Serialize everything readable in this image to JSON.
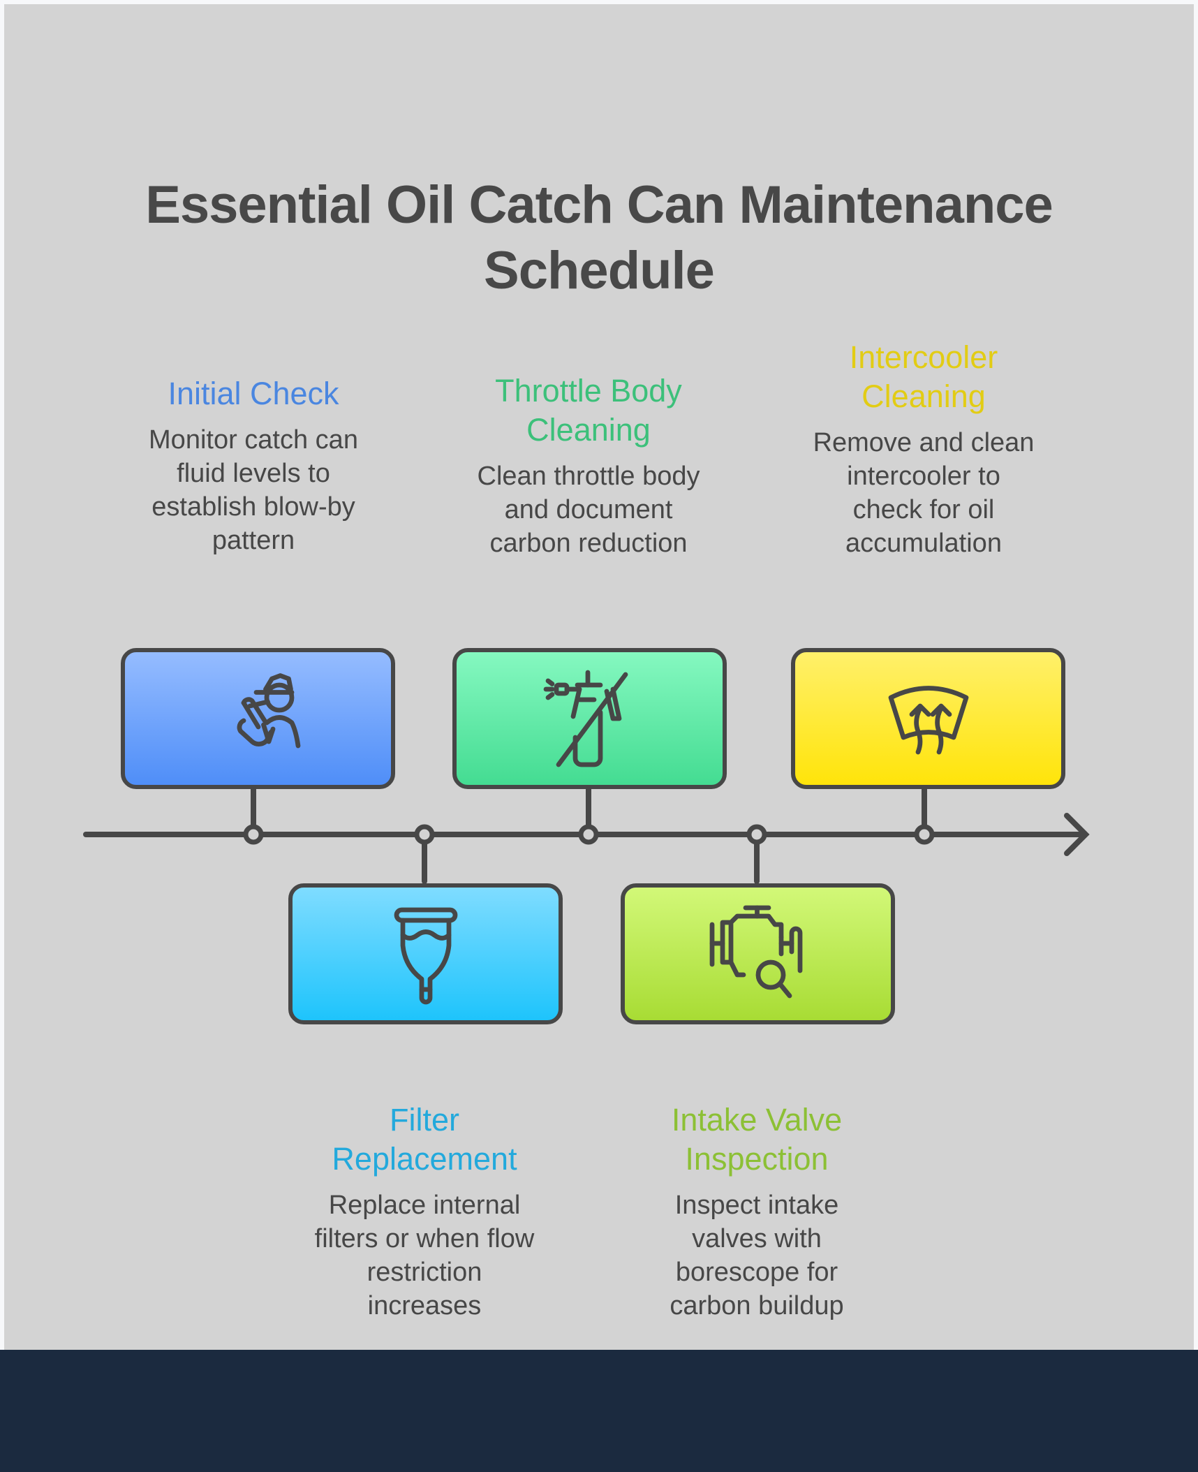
{
  "title": {
    "line1": "Essential Oil Catch Can Maintenance",
    "line2": "Schedule"
  },
  "colors": {
    "panel_bg": "#d3d3d3",
    "footer_bg": "#1b2a3f",
    "line": "#474747",
    "text": "#474747"
  },
  "steps": [
    {
      "id": "initial-check",
      "position": "top",
      "heading_lines": [
        "Initial Check"
      ],
      "desc_lines": [
        "Monitor catch can",
        "fluid levels to",
        "establish blow-by",
        "pattern"
      ],
      "heading_color": "#4a86e0",
      "box_gradient": [
        "#95bcff",
        "#4f8ef8"
      ],
      "icon": "mechanic-icon"
    },
    {
      "id": "filter-replacement",
      "position": "bottom",
      "heading_lines": [
        "Filter",
        "Replacement"
      ],
      "desc_lines": [
        "Replace internal",
        "filters or when flow",
        "restriction",
        "increases"
      ],
      "heading_color": "#23a9dc",
      "box_gradient": [
        "#7fdcff",
        "#1ec4fc"
      ],
      "icon": "filter-funnel-icon"
    },
    {
      "id": "throttle-body-cleaning",
      "position": "top",
      "heading_lines": [
        "Throttle Body",
        "Cleaning"
      ],
      "desc_lines": [
        "Clean throttle body",
        "and document",
        "carbon reduction"
      ],
      "heading_color": "#3cc07a",
      "box_gradient": [
        "#85f8c0",
        "#44dc92"
      ],
      "icon": "no-spray-icon"
    },
    {
      "id": "intake-valve-inspection",
      "position": "bottom",
      "heading_lines": [
        "Intake Valve",
        "Inspection"
      ],
      "desc_lines": [
        "Inspect intake",
        "valves with",
        "borescope for",
        "carbon buildup"
      ],
      "heading_color": "#8cc035",
      "box_gradient": [
        "#d2f878",
        "#a8dc34"
      ],
      "icon": "engine-inspect-icon"
    },
    {
      "id": "intercooler-cleaning",
      "position": "top",
      "heading_lines": [
        "Intercooler",
        "Cleaning"
      ],
      "desc_lines": [
        "Remove and clean",
        "intercooler to",
        "check for oil",
        "accumulation"
      ],
      "heading_color": "#e2cc14",
      "box_gradient": [
        "#fff06a",
        "#ffe40a"
      ],
      "icon": "windshield-defrost-icon"
    }
  ]
}
